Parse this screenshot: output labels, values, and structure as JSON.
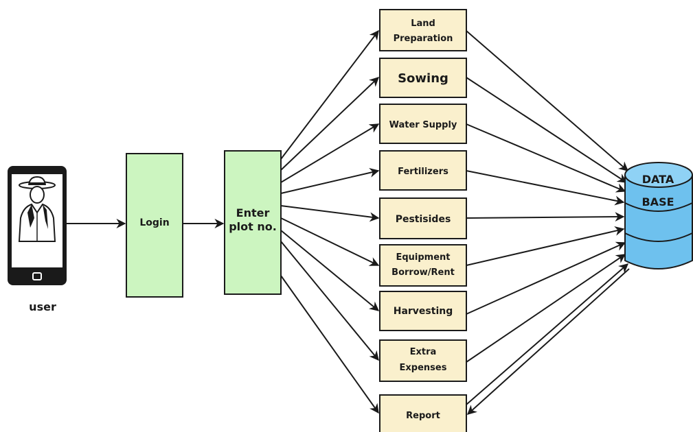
{
  "user_label": "user",
  "login_label": "Login",
  "enter_plot_label": [
    "Enter",
    "plot no."
  ],
  "modules": [
    {
      "id": "land-preparation",
      "lines": [
        "Land",
        "Preparation"
      ]
    },
    {
      "id": "sowing",
      "lines": [
        "Sowing"
      ]
    },
    {
      "id": "water-supply",
      "lines": [
        "Water Supply"
      ]
    },
    {
      "id": "fertilizers",
      "lines": [
        "Fertilizers"
      ]
    },
    {
      "id": "pestisides",
      "lines": [
        "Pestisides"
      ]
    },
    {
      "id": "equipment-borrow-rent",
      "lines": [
        "Equipment",
        "Borrow/Rent"
      ]
    },
    {
      "id": "harvesting",
      "lines": [
        "Harvesting"
      ]
    },
    {
      "id": "extra-expenses",
      "lines": [
        "Extra",
        "Expenses"
      ]
    },
    {
      "id": "report",
      "lines": [
        "Report"
      ]
    }
  ],
  "database_label": [
    "DATA",
    "BASE"
  ],
  "colors": {
    "login_fill": "#ccf5c0",
    "module_fill": "#faf0cd",
    "database_fill": "#6ec1ee",
    "database_top": "#8fd2f5",
    "stroke": "#1a1a1a"
  }
}
